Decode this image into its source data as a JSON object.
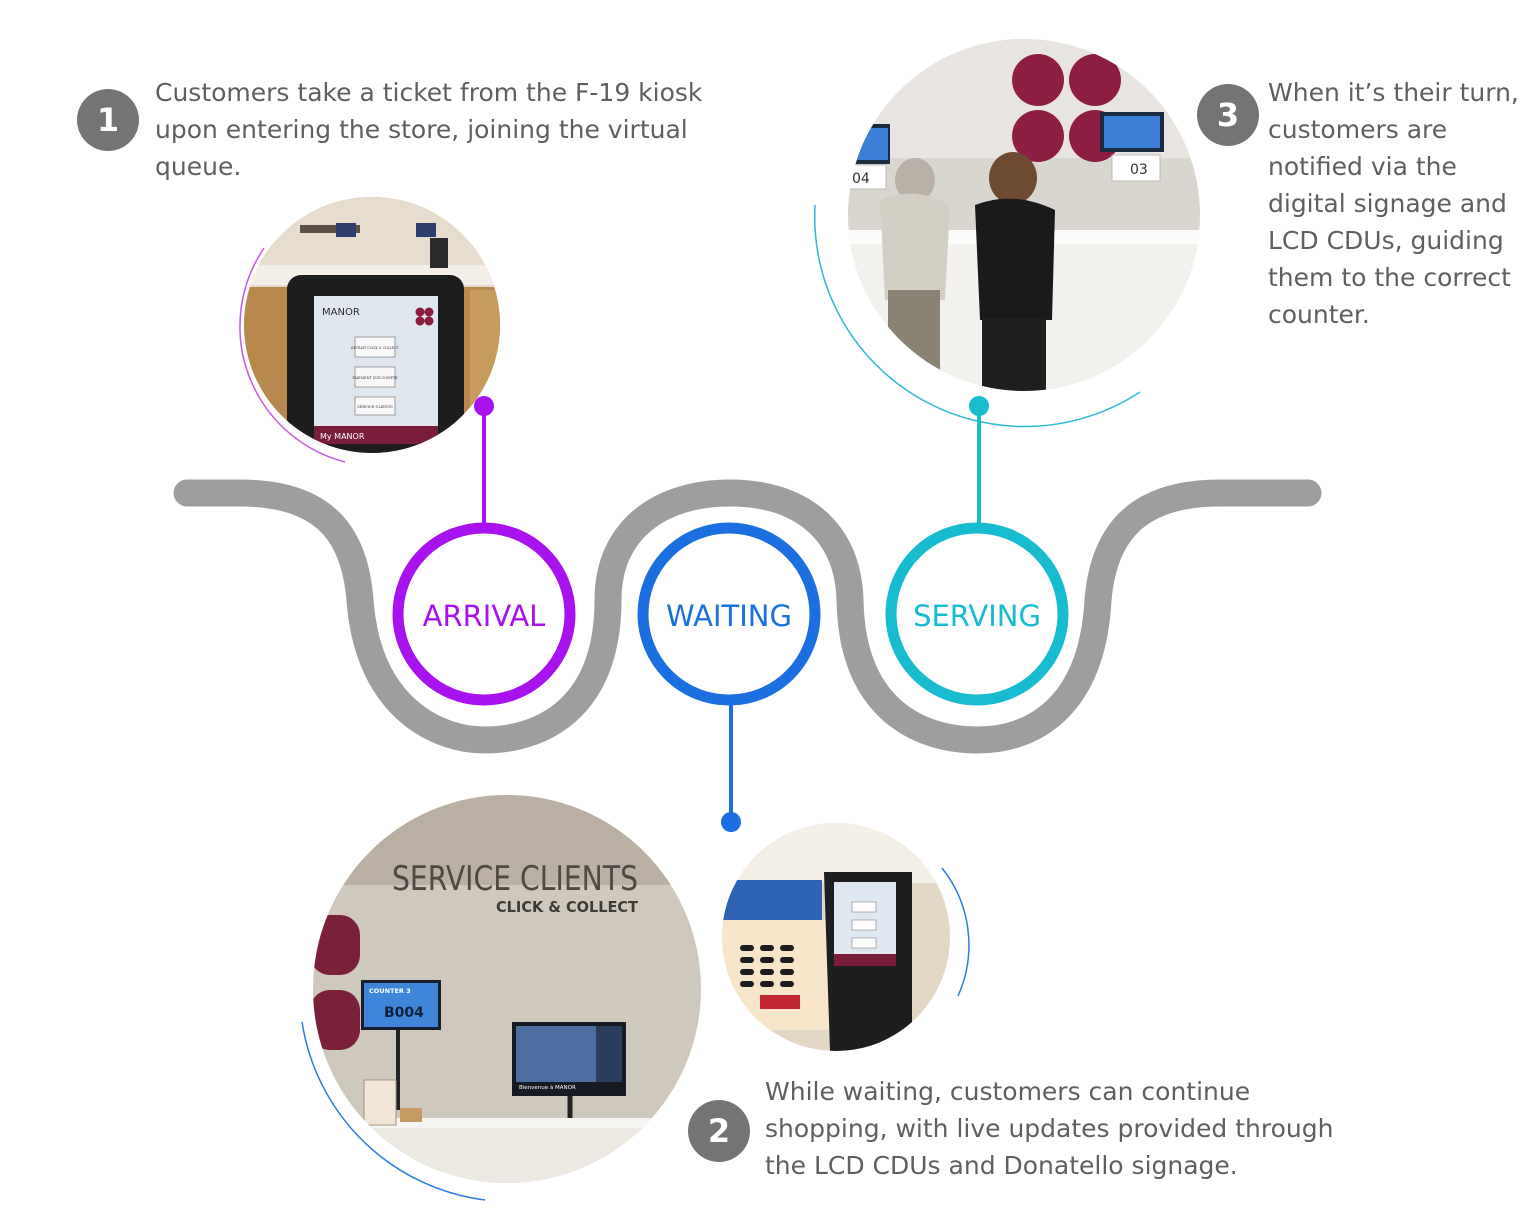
{
  "colors": {
    "track": "#9e9e9e",
    "arrival": "#a712ee",
    "waiting": "#1b6fe0",
    "serving": "#17bcd0",
    "badge": "#747474",
    "text": "#5f5f5f"
  },
  "stages": [
    {
      "label": "ARRIVAL"
    },
    {
      "label": "WAITING"
    },
    {
      "label": "SERVING"
    }
  ],
  "steps": [
    {
      "number": "1",
      "lines": [
        "Customers take a ticket from the F-19 kiosk",
        "upon entering the store, joining the virtual",
        "queue."
      ]
    },
    {
      "number": "2",
      "lines": [
        "While waiting, customers can continue",
        "shopping, with live updates provided through",
        "the LCD CDUs and Donatello signage."
      ]
    },
    {
      "number": "3",
      "lines": [
        "When it’s their turn,",
        "customers are",
        "notified via the",
        "digital signage and",
        "LCD CDUs, guiding",
        "them to the correct",
        "counter."
      ]
    }
  ],
  "photo_text": {
    "kiosk_brand": "MANOR",
    "kiosk_options": [
      "RETRAIT CLICK & COLLECT",
      "PAIEMENT SUR COMPTE",
      "SERVICE-CLIENTS"
    ],
    "kiosk_footer": "My MANOR",
    "counter_numbers": [
      "04",
      "03"
    ],
    "wall_sign_title": "SERVICE CLIENTS",
    "wall_sign_subtitle": "CLICK & COLLECT",
    "cdu_counter": "COUNTER 3",
    "cdu_ticket": "B004",
    "tv_caption": "Bienvenue à MANOR"
  }
}
